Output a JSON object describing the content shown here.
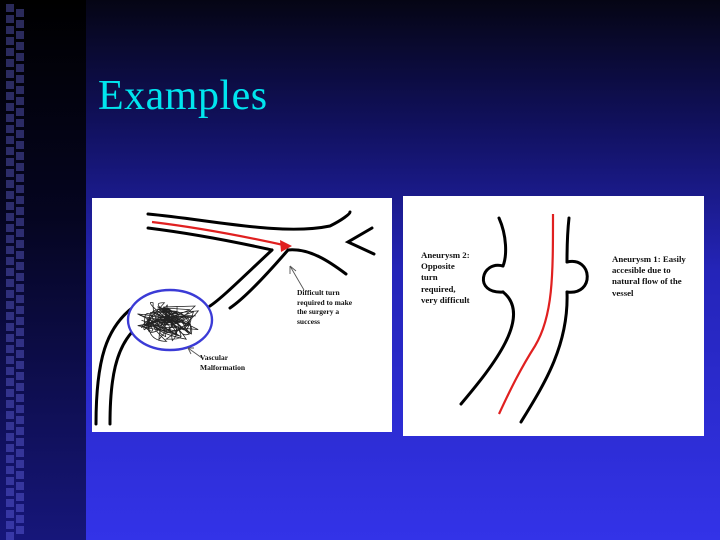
{
  "slide": {
    "title": "Examples"
  },
  "panel1": {
    "difficult_turn_label": "Difficult turn\nrequired to make\nthe surgery a\nsuccess",
    "vascular_label": "Vascular\nMalformation"
  },
  "panel2": {
    "aneurysm2_label": "Aneurysm 2:\nOpposite\nturn\nrequired,\nvery difficult",
    "aneurysm1_label": "Aneurysm 1: Easily\naccesible due to\nnatural flow of the\nvessel"
  },
  "colors": {
    "title": "#00e5ee",
    "vessel": "#000000",
    "path": "#e02020",
    "malformation": "#3b3bd6"
  }
}
